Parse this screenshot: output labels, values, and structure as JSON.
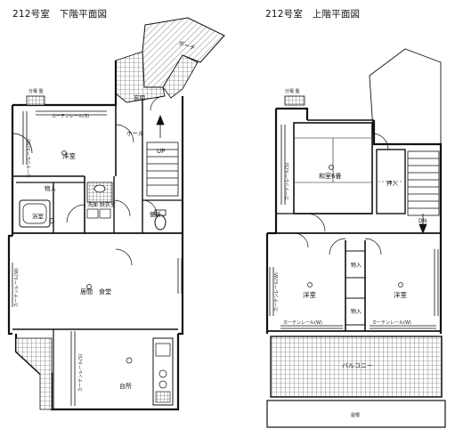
{
  "titles": {
    "lower": "212号室　下階平面図",
    "upper": "212号室　上階平面図"
  },
  "lower_floor": {
    "porch": "ポーチ",
    "entrance": "玄関",
    "hall": "ホール",
    "up": "UP",
    "western_room": "洋室",
    "curtain_rail_left": "カーテンレール(W)",
    "curtain_rail_top": "カーテンレール(S)",
    "storage": "物入",
    "bathroom": "浴室",
    "washroom": "洗面\n脱衣室",
    "toilet": "便所",
    "living_dining": "居間　食堂",
    "curtain_rail_living": "カーテンレール(W)",
    "kitchen": "台所",
    "curtain_rail_kitchen": "カーテンレール(S)",
    "meter_box": "分電\n盤"
  },
  "upper_floor": {
    "japanese_room": "和室6畳",
    "closet": "押入",
    "curtain_rail_left": "カーテンレール(S)",
    "dn": "DN",
    "storage1": "物入",
    "storage2": "物入",
    "western1": "洋室",
    "western2": "洋室",
    "curtain_rail_w1": "カーテンレール(W)",
    "curtain_rail_b1": "カーテンレール(W)",
    "curtain_rail_b2": "カーテンレール(W)",
    "balcony": "バルコニー",
    "roof": "屋根",
    "meter_box": "分電\n盤"
  }
}
